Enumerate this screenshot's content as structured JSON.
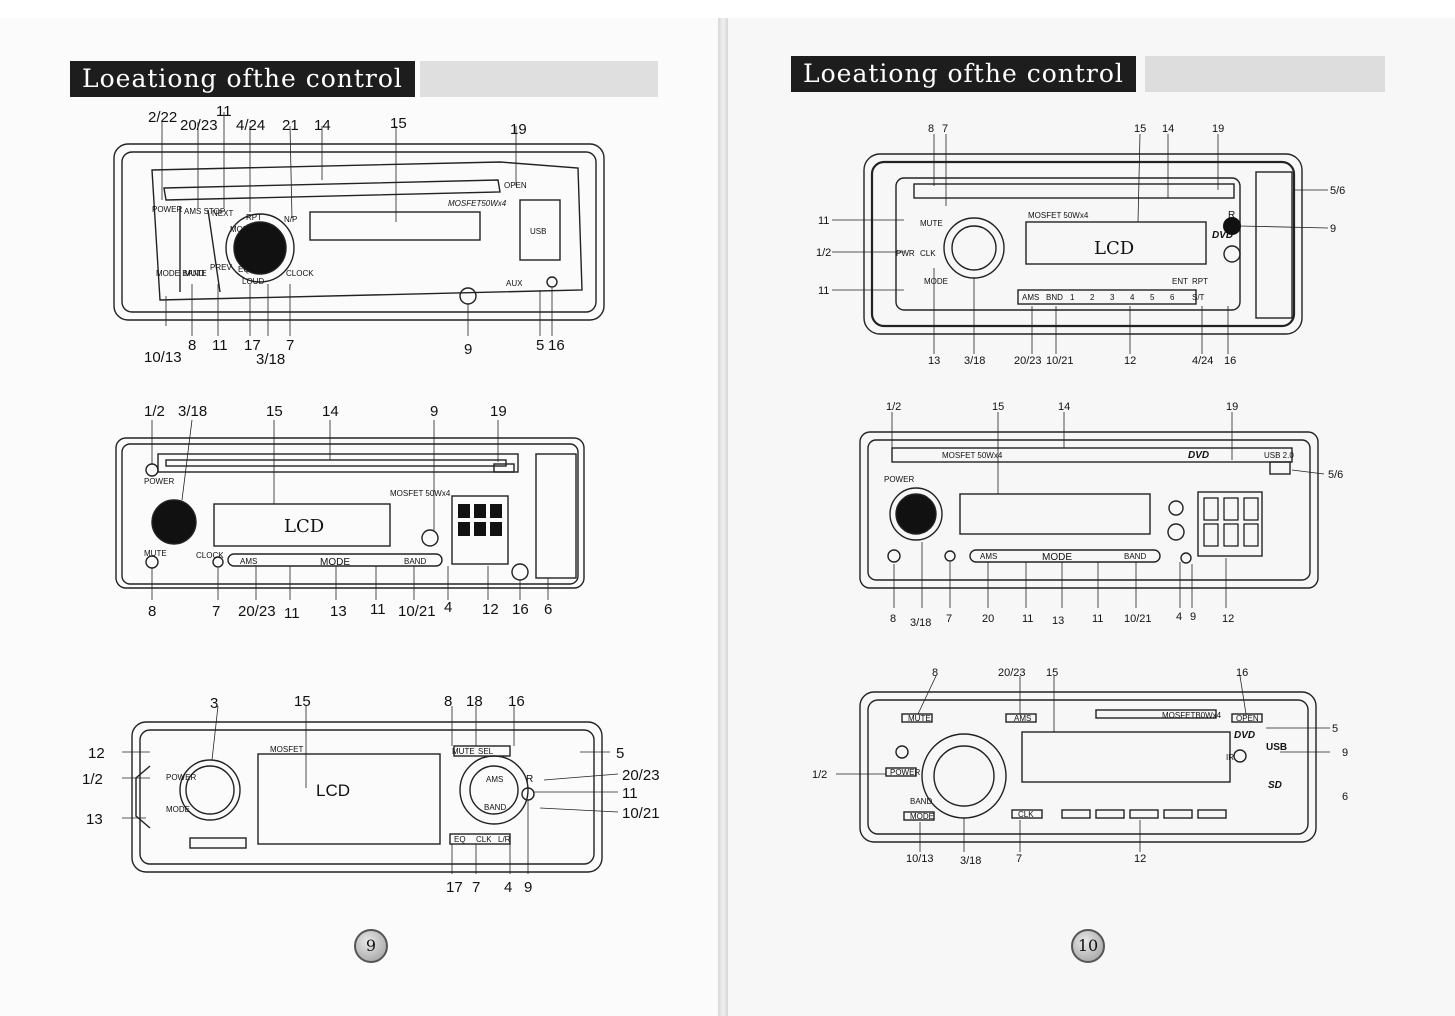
{
  "left_page": {
    "title": "Loeationg ofthe control",
    "page_number": "9",
    "fig1": {
      "top_callouts": [
        "2/22",
        "11",
        "20/23",
        "4/24",
        "21",
        "14",
        "15",
        "19"
      ],
      "bottom_callouts": [
        "10/13",
        "8",
        "11",
        "17",
        "7",
        "3/18",
        "9",
        "5",
        "16"
      ],
      "labels": {
        "power": "POWER",
        "ams_stop": "AMS STOP",
        "next": "NEXT",
        "rpt": "RPT",
        "np": "N/P",
        "mono": "MONO",
        "mode_band": "MODE BAND",
        "mute": "MUTE",
        "prev": "PREV",
        "eq": "EQ",
        "loud": "LOUD",
        "clock": "CLOCK",
        "open": "OPEN",
        "usb": "USB",
        "aux": "AUX",
        "brand": "MOSFET50Wx4"
      }
    },
    "fig2": {
      "top_callouts": [
        "1/2",
        "3/18",
        "15",
        "14",
        "9",
        "19"
      ],
      "bottom_callouts": [
        "8",
        "7",
        "20/23",
        "11",
        "13",
        "11",
        "10/21",
        "4",
        "12",
        "16",
        "6"
      ],
      "lcd": "LCD",
      "labels": {
        "power": "POWER",
        "mute": "MUTE",
        "clock": "CLOCK",
        "ams": "AMS",
        "mode": "MODE",
        "band": "BAND",
        "brand": "MOSFET 50Wx4"
      }
    },
    "fig3": {
      "top_callouts": [
        "3",
        "15",
        "8",
        "18",
        "16"
      ],
      "left_callouts": [
        "12",
        "1/2",
        "13"
      ],
      "right_callouts": [
        "5",
        "20/23",
        "11",
        "10/21"
      ],
      "bottom_callouts": [
        "17",
        "7",
        "4",
        "9"
      ],
      "lcd": "LCD",
      "labels": {
        "power": "POWER",
        "mode": "MODE",
        "mute": "MUTE",
        "sel": "SEL",
        "ams": "AMS",
        "band": "BAND",
        "eq": "EQ",
        "clk": "CLK",
        "lr": "L/R",
        "brand": "MOSFET",
        "r": "R"
      }
    }
  },
  "right_page": {
    "title": "Loeationg ofthe control",
    "page_number": "10",
    "fig1": {
      "top_callouts": [
        "8",
        "7",
        "15",
        "14",
        "19"
      ],
      "left_callouts": [
        "11",
        "1/2",
        "11"
      ],
      "right_callouts": [
        "5/6",
        "9"
      ],
      "bottom_callouts": [
        "13",
        "3/18",
        "20/23",
        "10/21",
        "12",
        "4/24",
        "16"
      ],
      "lcd": "LCD",
      "labels": {
        "mute": "MUTE",
        "pwr": "PWR",
        "clk": "CLK",
        "mode": "MODE",
        "ams": "AMS",
        "bnd": "BND",
        "st": "S/T",
        "ent": "ENT",
        "rpt": "RPT",
        "r": "R",
        "dvd": "DVD",
        "brand": "MOSFET 50Wx4",
        "presets": [
          "1",
          "2",
          "3",
          "4",
          "5",
          "6"
        ]
      }
    },
    "fig2": {
      "top_callouts": [
        "1/2",
        "15",
        "14",
        "19"
      ],
      "right_callouts": [
        "5/6"
      ],
      "bottom_callouts": [
        "8",
        "3/18",
        "7",
        "20",
        "11",
        "13",
        "11",
        "10/21",
        "4",
        "9",
        "12"
      ],
      "labels": {
        "ams": "AMS",
        "mode": "MODE",
        "band": "BAND",
        "dvd": "DVD",
        "usb": "USB 2.0",
        "power": "POWER",
        "brand": "MOSFET 50Wx4"
      }
    },
    "fig3": {
      "top_callouts": [
        "8",
        "20/23",
        "15",
        "16"
      ],
      "left_callouts": [
        "1/2"
      ],
      "right_callouts": [
        "5",
        "9",
        "6"
      ],
      "bottom_callouts": [
        "10/13",
        "3/18",
        "7",
        "12"
      ],
      "labels": {
        "mute": "MUTE",
        "ams": "AMS",
        "power": "POWER",
        "band": "BAND",
        "mode": "MODE",
        "clk": "CLK",
        "open": "OPEN",
        "brand": "MOSFETB0Wx4",
        "dvd": "DVD",
        "usb": "USB",
        "sd": "SD",
        "ir": "IR"
      }
    }
  }
}
